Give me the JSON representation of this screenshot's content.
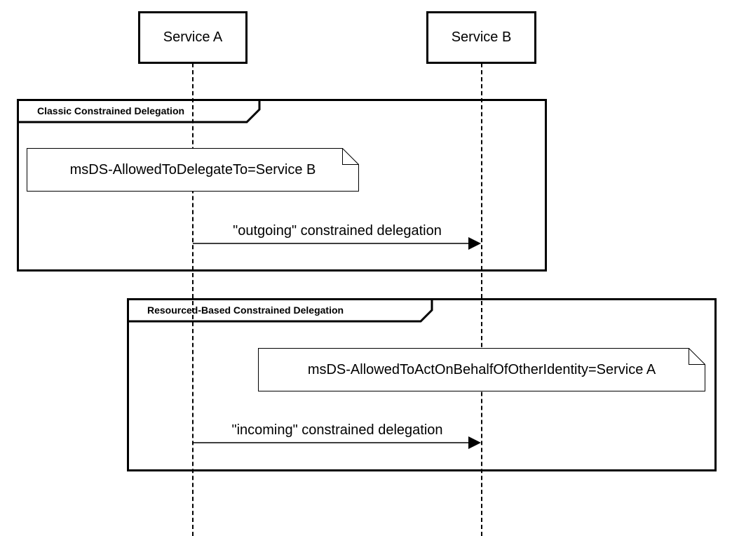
{
  "participants": [
    {
      "id": "service-a",
      "name": "Service A"
    },
    {
      "id": "service-b",
      "name": "Service B"
    }
  ],
  "frames": [
    {
      "label": "Classic Constrained Delegation",
      "note": "msDS-AllowedToDelegateTo=Service B",
      "message": "\"outgoing\" constrained delegation"
    },
    {
      "label": "Resourced-Based Constrained Delegation",
      "note": "msDS-AllowedToActOnBehalfOfOtherIdentity=Service A",
      "message": "\"incoming\" constrained delegation"
    }
  ]
}
